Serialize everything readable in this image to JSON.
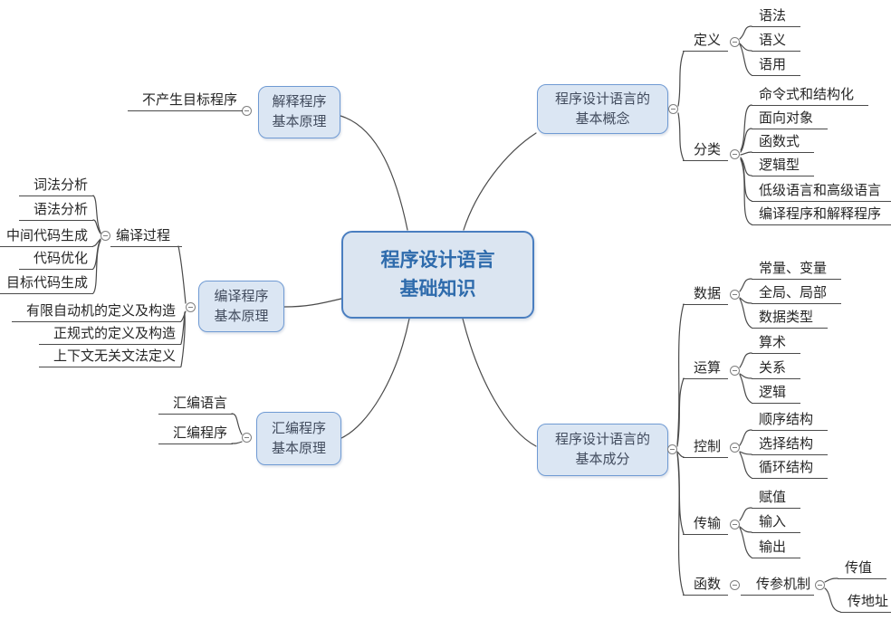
{
  "title": "程序设计语言基础知识思维导图",
  "colors": {
    "root_fill": "#dbe5f1",
    "root_border": "#4a7ec0",
    "root_text": "#2e6bac",
    "node_fill": "#dbe6f3",
    "node_border": "#6f9ad3",
    "node_text": "#414b5d",
    "line": "#4a4a4a",
    "leaf_text": "#262626"
  },
  "root": {
    "label": "程序设计语言\n基础知识"
  },
  "concepts": {
    "label": "程序设计语言的\n基本概念",
    "definition": {
      "label": "定义",
      "children": [
        "语法",
        "语义",
        "语用"
      ]
    },
    "classification": {
      "label": "分类",
      "children": [
        "命令式和结构化",
        "面向对象",
        "函数式",
        "逻辑型",
        "低级语言和高级语言",
        "编译程序和解释程序"
      ]
    }
  },
  "components": {
    "label": "程序设计语言的\n基本成分",
    "data": {
      "label": "数据",
      "children": [
        "常量、变量",
        "全局、局部",
        "数据类型"
      ]
    },
    "operation": {
      "label": "运算",
      "children": [
        "算术",
        "关系",
        "逻辑"
      ]
    },
    "control": {
      "label": "控制",
      "children": [
        "顺序结构",
        "选择结构",
        "循环结构"
      ]
    },
    "transfer": {
      "label": "传输",
      "children": [
        "赋值",
        "输入",
        "输出"
      ]
    },
    "function": {
      "label": "函数",
      "param": {
        "label": "传参机制",
        "children": [
          "传值",
          "传地址"
        ]
      }
    }
  },
  "interpreter": {
    "label": "解释程序\n基本原理",
    "children": [
      "不产生目标程序"
    ]
  },
  "compiler": {
    "label": "编译程序\n基本原理",
    "process": {
      "label": "编译过程",
      "children": [
        "词法分析",
        "语法分析",
        "中间代码生成",
        "代码优化",
        "目标代码生成"
      ]
    },
    "children": [
      "有限自动机的定义及构造",
      "正规式的定义及构造",
      "上下文无关文法定义"
    ]
  },
  "assembler": {
    "label": "汇编程序\n基本原理",
    "children": [
      "汇编语言",
      "汇编程序"
    ]
  }
}
